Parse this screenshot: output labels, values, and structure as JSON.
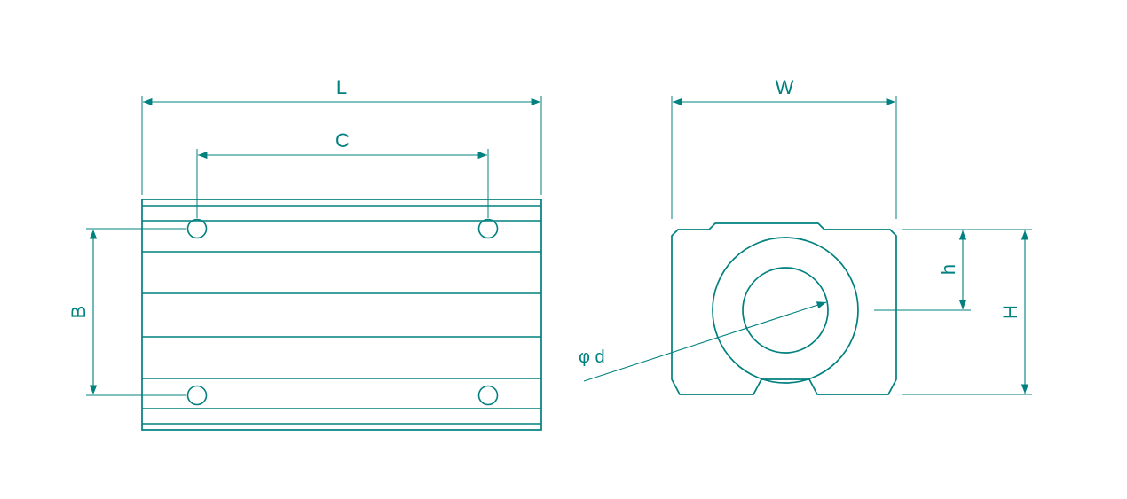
{
  "drawing": {
    "accent_color": "#00807f",
    "background_color": "#ffffff",
    "views": {
      "front": {
        "labels": {
          "length": "L",
          "hole_spacing": "C",
          "hole_row_spacing": "B"
        }
      },
      "side": {
        "labels": {
          "width": "W",
          "center_height": "h",
          "total_height": "H",
          "bore_diameter": "φ d"
        }
      }
    }
  }
}
